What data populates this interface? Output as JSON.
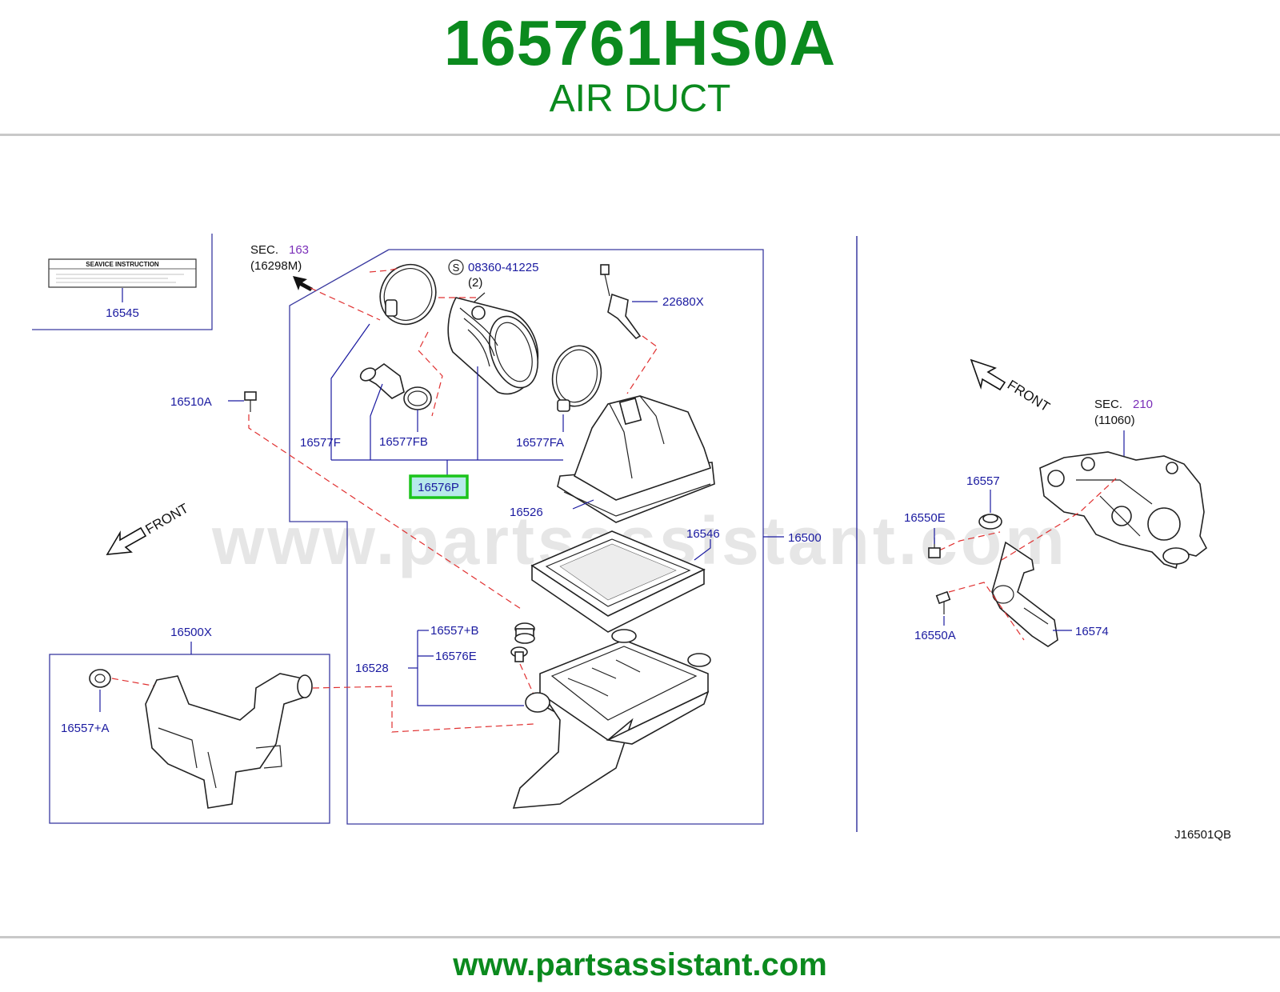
{
  "header": {
    "part_number": "165761HS0A",
    "part_name": "AIR DUCT"
  },
  "footer": {
    "url": "www.partsassistant.com"
  },
  "watermark": "www.partsassistant.com",
  "diagram_code": "J16501QB",
  "colors": {
    "title_green": "#0b8a1e",
    "label_blue": "#1a1aa0",
    "highlight_green": "#1bc41b",
    "leader_red": "#e03030",
    "sec_purple": "#7a2eb8"
  },
  "instruction_label": "SEAVICE INSTRUCTION",
  "sec_refs": [
    {
      "prefix": "SEC.",
      "number": "163",
      "sub": "(16298M)"
    },
    {
      "prefix": "SEC.",
      "number": "210",
      "sub": "(11060)"
    }
  ],
  "front_labels": [
    "FRONT",
    "FRONT"
  ],
  "bolt_symbol": "S",
  "bolt_part": "08360-41225",
  "bolt_qty": "(2)",
  "highlighted_part": "16576P",
  "callouts": {
    "p16545": "16545",
    "p16510A": "16510A",
    "p22680X": "22680X",
    "p16577F": "16577F",
    "p16577FB": "16577FB",
    "p16577FA": "16577FA",
    "p16526": "16526",
    "p16546": "16546",
    "p16500": "16500",
    "p16500X": "16500X",
    "p16557A": "16557+A",
    "p16557B": "16557+B",
    "p16576E": "16576E",
    "p16528": "16528",
    "p16557": "16557",
    "p16550E": "16550E",
    "p16550A": "16550A",
    "p16574": "16574"
  }
}
